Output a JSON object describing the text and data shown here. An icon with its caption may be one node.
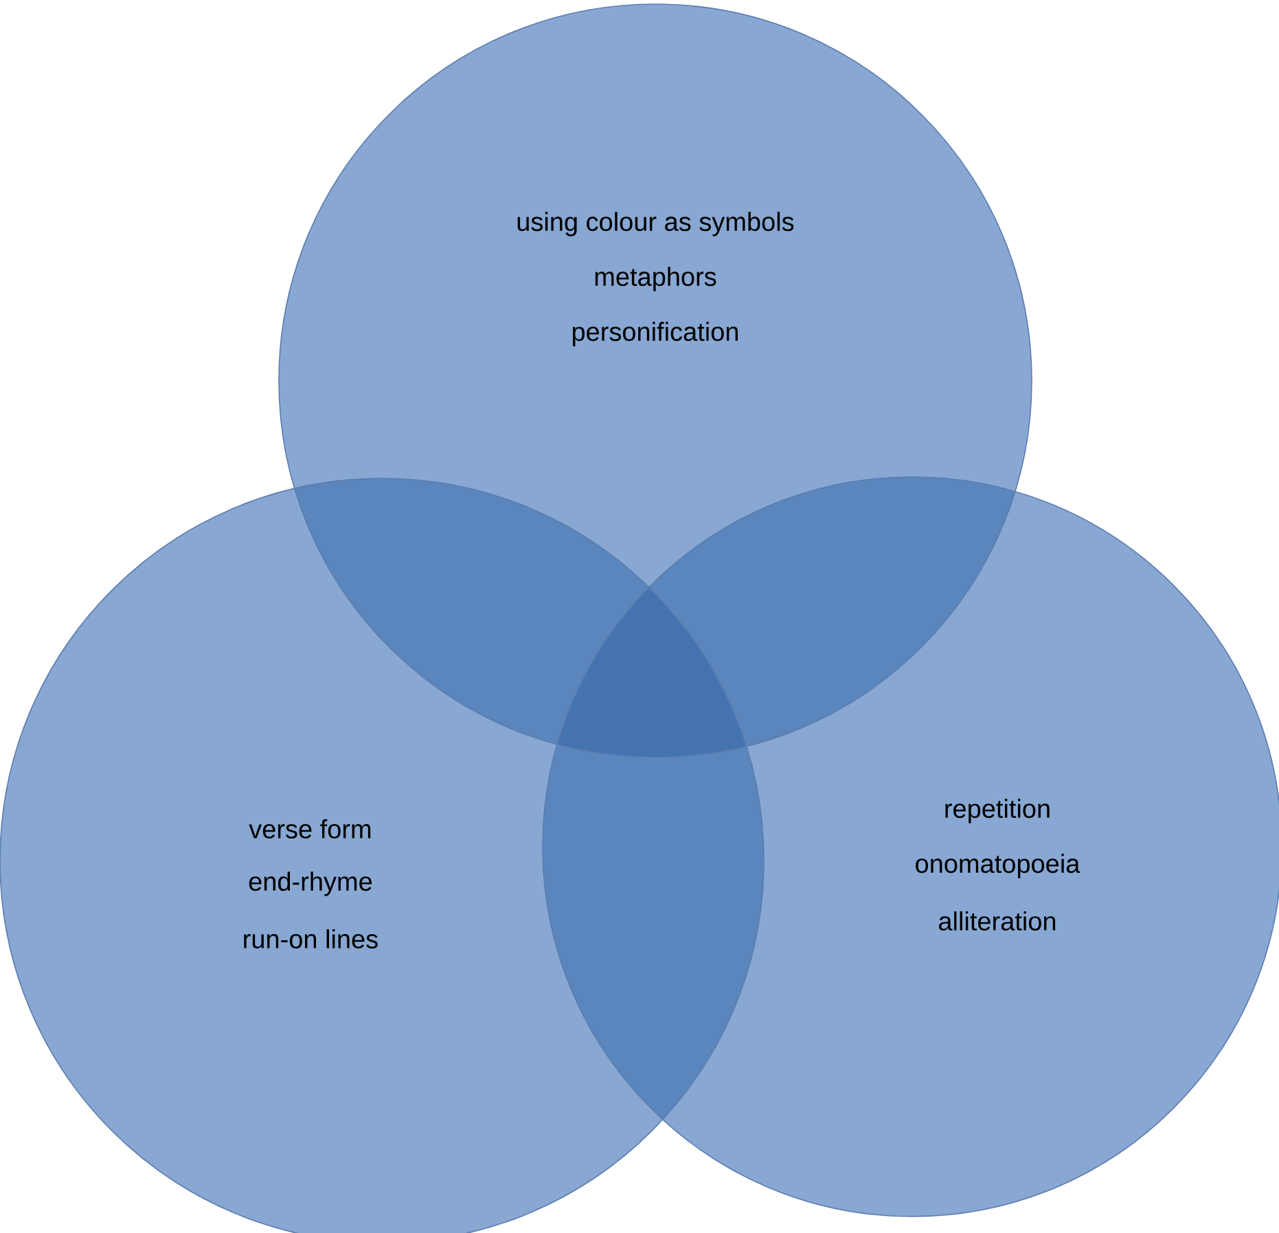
{
  "diagram": {
    "nodes": [
      {
        "text": [
          "using colour as symbols",
          "metaphors",
          "personification"
        ]
      },
      {
        "text": [
          "verse form",
          "end-rhyme",
          "run-on lines"
        ]
      },
      {
        "text": [
          "repetition",
          "onomatopoeia",
          "alliteration"
        ]
      }
    ]
  }
}
